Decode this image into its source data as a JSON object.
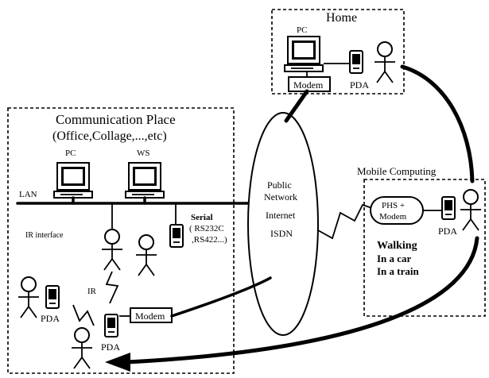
{
  "home": {
    "title": "Home",
    "pc_label": "PC",
    "modem_label": "Modem",
    "pda_label": "PDA"
  },
  "comm_place": {
    "title": "Communication Place",
    "subtitle": "(Office,Collage,...,etc)",
    "pc_label": "PC",
    "ws_label": "WS",
    "lan_label": "LAN",
    "ir_interface_label": "IR interface",
    "ir_label": "IR",
    "serial_label": "Serial",
    "serial_detail_1": "( RS232C",
    "serial_detail_2": ",RS422...)",
    "modem_label": "Modem",
    "pda_left_label": "PDA",
    "pda_bottom_label": "PDA"
  },
  "network": {
    "line1": "Public",
    "line2": "Network",
    "line3": "Internet",
    "line4": "ISDN"
  },
  "mobile": {
    "title": "Mobile Computing",
    "phs_line1": "PHS +",
    "phs_line2": "Modem",
    "pda_label": "PDA",
    "item1": "Walking",
    "item2": "In a car",
    "item3": "In a train"
  }
}
